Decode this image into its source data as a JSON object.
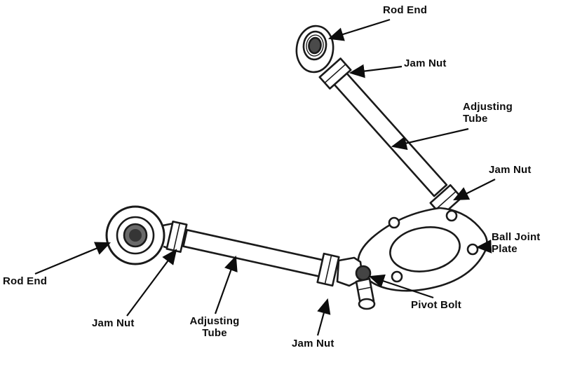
{
  "diagram": {
    "labels": {
      "rod_end_top": "Rod End",
      "jam_nut_top": "Jam Nut",
      "adjusting_tube_right": "Adjusting Tube",
      "jam_nut_right": "Jam Nut",
      "ball_joint_plate": "Ball Joint Plate",
      "pivot_bolt": "Pivot Bolt",
      "jam_nut_bottom": "Jam Nut",
      "adjusting_tube_bottom": "Adjusting Tube",
      "jam_nut_left": "Jam Nut",
      "rod_end_left": "Rod End"
    },
    "colors": {
      "line": "#1a1a1a",
      "fill": "#ffffff",
      "bore_dark": "#4a4a4a",
      "background": "#ffffff"
    }
  }
}
